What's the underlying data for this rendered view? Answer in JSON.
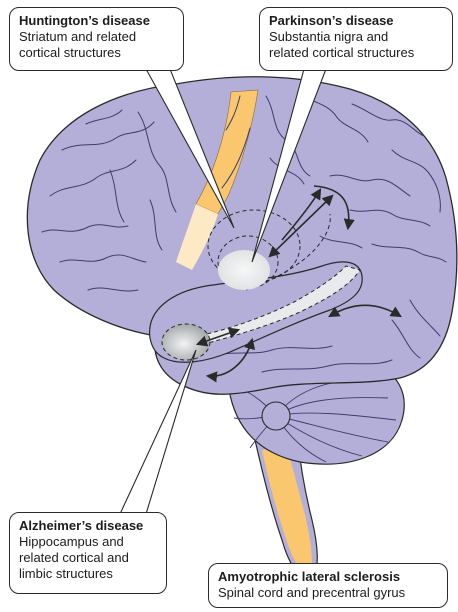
{
  "colors": {
    "brain_fill": "#b3afd8",
    "brain_stroke": "#2a2a2a",
    "sulcus": "#3f3c6e",
    "highlight_strip": "#fbc76e",
    "highlight_pale": "#fde9c4",
    "region_pale": "#e8eaeb",
    "region_grey": "#b8bcbe"
  },
  "callouts": {
    "huntington": {
      "title": "Huntington’s disease",
      "subtitle": "Striatum and related\ncortical structures"
    },
    "parkinson": {
      "title": "Parkinson’s disease",
      "subtitle": "Substantia nigra and\nrelated cortical structures"
    },
    "alzheimer": {
      "title": "Alzheimer’s disease",
      "subtitle": "Hippocampus and\nrelated cortical and\nlimbic structures"
    },
    "als": {
      "title": "Amyotrophic lateral sclerosis",
      "subtitle": "Spinal cord and precentral gyrus"
    }
  }
}
